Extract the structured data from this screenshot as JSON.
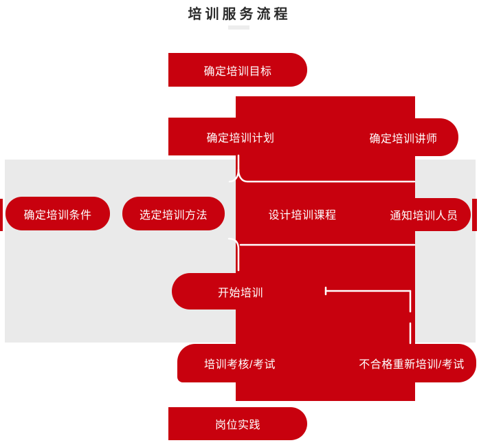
{
  "header": {
    "title": "培训服务流程"
  },
  "colors": {
    "red": "#c8010e",
    "gray": "#eaeaea",
    "title": "#2a2a2a",
    "node-text": "#ffffff"
  },
  "flow": {
    "step_goal": "确定培训目标",
    "step_plan": "确定培训计划",
    "step_instructor": "确定培训讲师",
    "step_conditions": "确定培训条件",
    "step_method": "选定培训方法",
    "step_course": "设计培训课程",
    "step_notify": "通知培训人员",
    "step_start": "开始培训",
    "step_exam": "培训考核/考试",
    "step_retrain": "不合格重新培训/考试",
    "step_practice": "岗位实践"
  }
}
